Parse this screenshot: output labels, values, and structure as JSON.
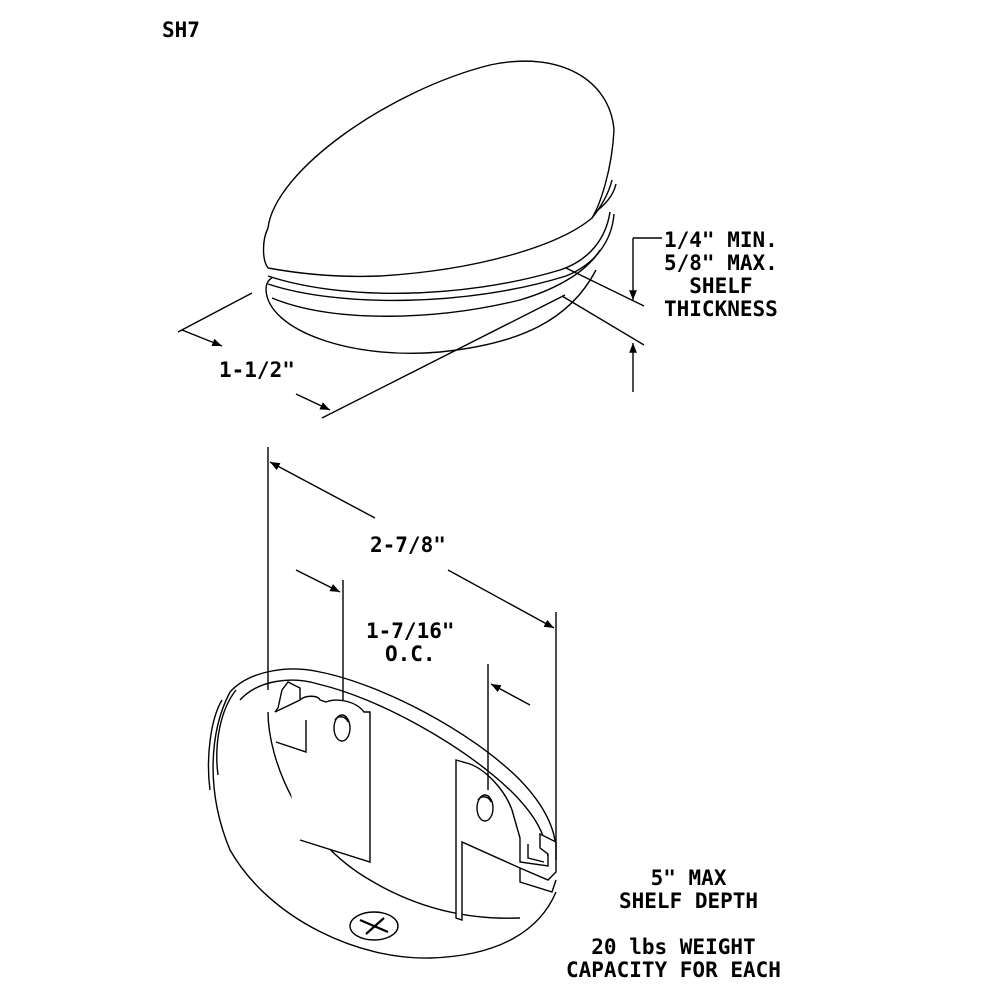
{
  "part_number": "SH7",
  "dimensions": {
    "shelf_thickness": {
      "min": "1/4\" MIN.",
      "max": "5/8\" MAX.",
      "label_1": "SHELF",
      "label_2": "THICKNESS"
    },
    "bracket_depth": "1-1/2\"",
    "bracket_width": "2-7/8\"",
    "hole_spacing": "1-7/16\"",
    "hole_spacing_note": "O.C."
  },
  "notes": {
    "max_depth_1": "5\" MAX",
    "max_depth_2": "SHELF DEPTH",
    "capacity_1": "20 lbs WEIGHT",
    "capacity_2": "CAPACITY FOR EACH"
  },
  "colors": {
    "ink": "#000000",
    "paper": "#ffffff"
  },
  "icons": [
    "phillips-screw-icon",
    "dimension-arrow-icon"
  ]
}
